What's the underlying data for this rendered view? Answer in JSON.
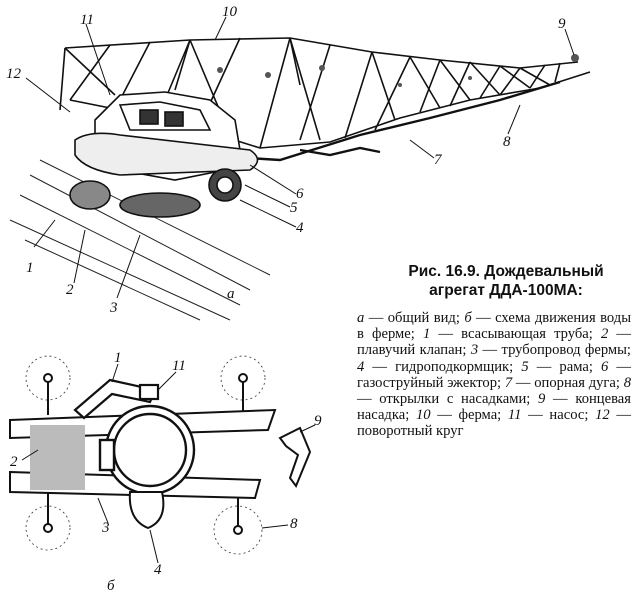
{
  "figure": {
    "title_line1": "Рис. 16.9. Дождевальный",
    "title_line2": "агрегат ДДА-100МА:",
    "legend_html_items": [
      {
        "key": "а",
        "text": " — общий вид; "
      },
      {
        "key": "б",
        "text": " — схема движения воды в ферме; "
      },
      {
        "key": "1",
        "text": " — всасывающая труба; "
      },
      {
        "key": "2",
        "text": " — плавучий клапан; "
      },
      {
        "key": "3",
        "text": " — трубопровод фермы; "
      },
      {
        "key": "4",
        "text": " — гидропод­кормщик; "
      },
      {
        "key": "5",
        "text": " — рама; "
      },
      {
        "key": "6",
        "text": " — газоструйный эжектор; "
      },
      {
        "key": "7",
        "text": " — опорная дуга; "
      },
      {
        "key": "8",
        "text": " — открылки с насадками; "
      },
      {
        "key": "9",
        "text": " — концевая насадка; "
      },
      {
        "key": "10",
        "text": " — ферма; "
      },
      {
        "key": "11",
        "text": " — насос; "
      },
      {
        "key": "12",
        "text": " — поворотный круг"
      }
    ],
    "top_labels": {
      "l10": "10",
      "l11": "11",
      "l12": "12",
      "l9": "9",
      "l8": "8",
      "l7": "7",
      "l6": "6",
      "l5": "5",
      "l4": "4",
      "l1": "1",
      "l2": "2",
      "l3": "3",
      "la": "а"
    },
    "bottom_labels": {
      "l1": "1",
      "l11": "11",
      "l2": "2",
      "l3": "3",
      "l4": "4",
      "l8": "8",
      "l9": "9",
      "lb": "б"
    }
  }
}
